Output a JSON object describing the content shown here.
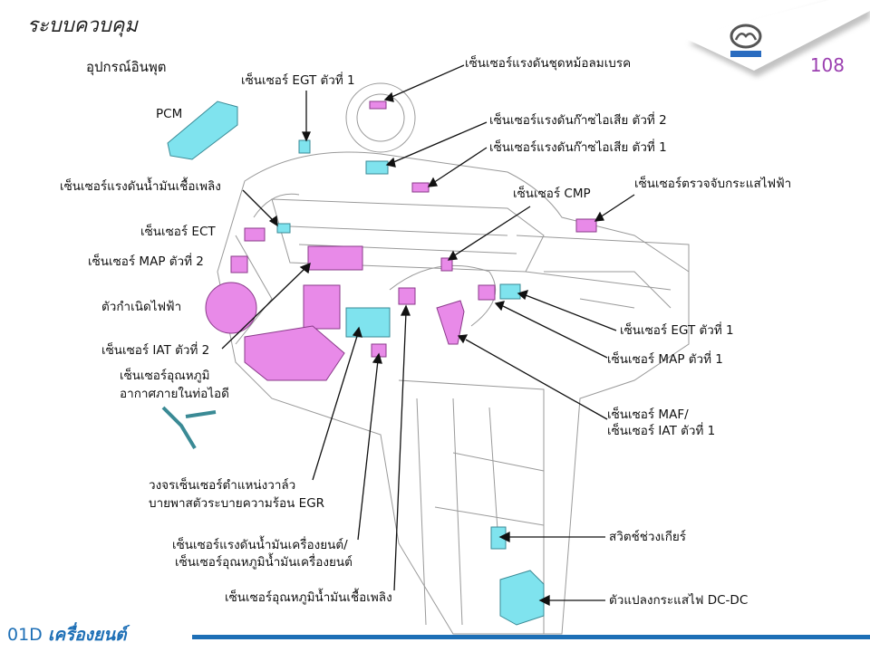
{
  "page": {
    "title": "ระบบควบคุม",
    "subtitle": "อุปกรณ์อินพุต",
    "page_number": "108",
    "logo": "mazda-logo",
    "logo_text": "mazda",
    "footer": {
      "code": "01D",
      "section": "เครื่องยนต์"
    }
  },
  "colors": {
    "sensor_pink": "#e88ae8",
    "module_cyan": "#7fe3ee",
    "accent_blue": "#1d6fb6",
    "page_number": "#9b3fb0"
  },
  "labels": {
    "pcm": "PCM",
    "egt2_top": "เซ็นเซอร์ EGT ตัวที่ 1",
    "brake_booster": "เซ็นเซอร์แรงดันชุดหม้อลมเบรค",
    "exhaust_pressure_2": "เซ็นเซอร์แรงดันก๊าซไอเสีย ตัวที่ 2",
    "exhaust_pressure_1": "เซ็นเซอร์แรงดันก๊าซไอเสีย ตัวที่ 1",
    "fuel_pressure": "เซ็นเซอร์แรงดันน้ำมันเชื้อเพลิง",
    "cmp": "เซ็นเซอร์ CMP",
    "current_sensor": "เซ็นเซอร์ตรวจจับกระแสไฟฟ้า",
    "ect": "เซ็นเซอร์ ECT",
    "map2": "เซ็นเซอร์ MAP ตัวที่ 2",
    "generator": "ตัวกำเนิดไฟฟ้า",
    "iat2": "เซ็นเซอร์ IAT ตัวที่ 2",
    "intake_temp_line1": "เซ็นเซอร์อุณหภูมิ",
    "intake_temp_line2": "อากาศภายในท่อไอดี",
    "egt1": "เซ็นเซอร์ EGT ตัวที่ 1",
    "map1": "เซ็นเซอร์ MAP ตัวที่ 1",
    "maf_line1": "เซ็นเซอร์ MAF/",
    "maf_line2": "เซ็นเซอร์ IAT ตัวที่ 1",
    "egr_line1": "วงจรเซ็นเซอร์ตำแหน่งวาล์ว",
    "egr_line2": "บายพาสตัวระบายความร้อน EGR",
    "oil_line1": "เซ็นเซอร์แรงดันน้ำมันเครื่องยนต์/",
    "oil_line2": "เซ็นเซอร์อุณหภูมิน้ำมันเครื่องยนต์",
    "fuel_temp": "เซ็นเซอร์อุณหภูมิน้ำมันเชื้อเพลิง",
    "gear_switch": "สวิตช์ช่วงเกียร์",
    "dcdc": "ตัวแปลงกระแสไฟ DC-DC"
  }
}
